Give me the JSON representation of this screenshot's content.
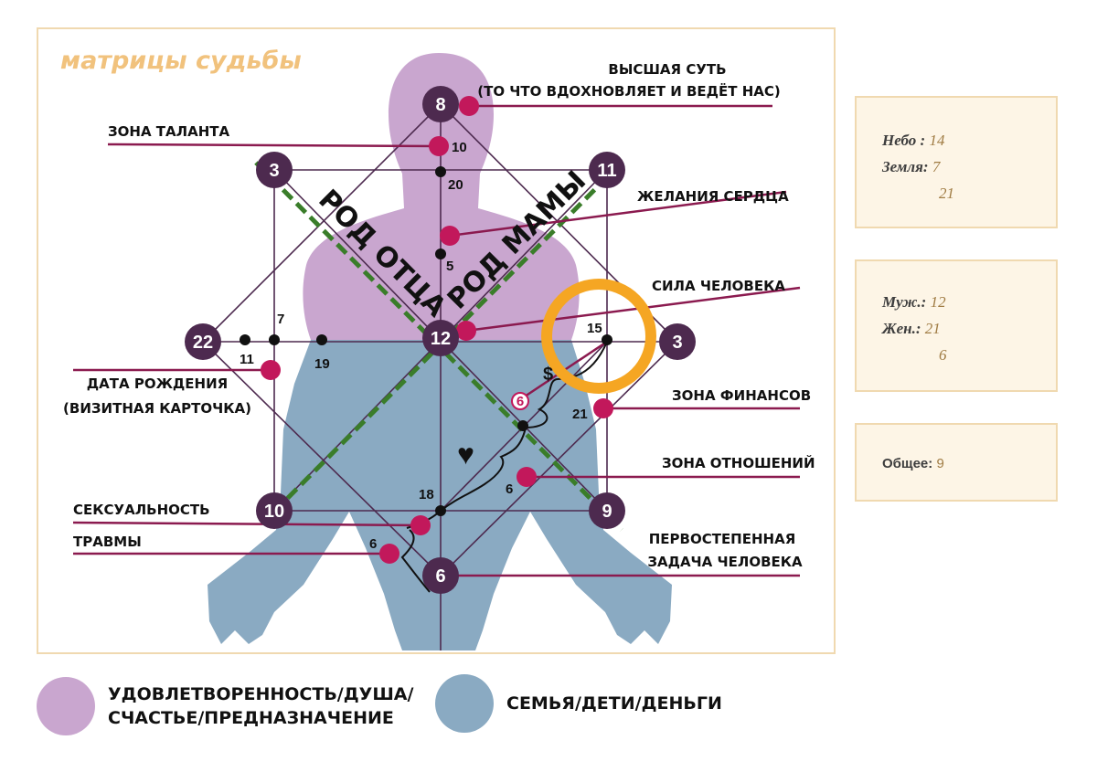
{
  "title": "матрицы судьбы",
  "labels": {
    "higher_essence_1": "ВЫСШАЯ СУТЬ",
    "higher_essence_2": "(ТО ЧТО ВДОХНОВЛЯЕТ И ВЕДЁТ НАС)",
    "talent_zone": "ЗОНА ТАЛАНТА",
    "heart_desires": "ЖЕЛАНИЯ СЕРДЦА",
    "person_power": "СИЛА ЧЕЛОВЕКА",
    "birth_date_1": "ДАТА РОЖДЕНИЯ",
    "birth_date_2": "(ВИЗИТНАЯ КАРТОЧКА)",
    "finance_zone": "ЗОНА ФИНАНСОВ",
    "relations_zone": "ЗОНА ОТНОШЕНИЙ",
    "sexuality": "СЕКСУАЛЬНОСТЬ",
    "traumas": "ТРАВМЫ",
    "primary_task_1": "ПЕРВОСТЕПЕННАЯ",
    "primary_task_2": "ЗАДАЧА ЧЕЛОВЕКА",
    "father_line": "РОД ОТЦА",
    "mother_line": "РОД МАМЫ"
  },
  "nodes": {
    "top": "8",
    "top_left": "3",
    "top_right": "11",
    "left": "22",
    "center": "12",
    "right": "3",
    "bottom_left": "10",
    "bottom_right": "9",
    "bottom": "6"
  },
  "small_numbers": {
    "n10": "10",
    "n20": "20",
    "n5": "5",
    "n7": "7",
    "n11": "11",
    "n19": "19",
    "n15": "15",
    "n6_circled": "6",
    "n21": "21",
    "n18": "18",
    "n6_mid": "6",
    "n6_low": "6",
    "dollar": "$",
    "heart": "♥"
  },
  "panels": {
    "sky_earth": {
      "sky_key": "Небо :",
      "sky_val": "14",
      "earth_key": "Земля:",
      "earth_val": "7",
      "sum": "21"
    },
    "male_female": {
      "male_key": "Муж.:",
      "male_val": "12",
      "female_key": "Жен.:",
      "female_val": "21",
      "sum": "6"
    },
    "total": {
      "key": "Общее:",
      "val": "9"
    }
  },
  "legend": {
    "soul_text": "УДОВЛЕТВОРЕННОСТЬ/ДУША/\nСЧАСТЬЕ/ПРЕДНАЗНАЧЕНИЕ",
    "family_text": "СЕМЬЯ/ДЕТИ/ДЕНЬГИ"
  },
  "colors": {
    "lilac": "#c9a6cf",
    "blue": "#8aaac2",
    "node": "#4d2a4f",
    "dot": "#c2185b",
    "green": "#3a7d2a",
    "orange": "#f5a623",
    "title": "#f1c27d",
    "frame": "#f0d9b0"
  }
}
